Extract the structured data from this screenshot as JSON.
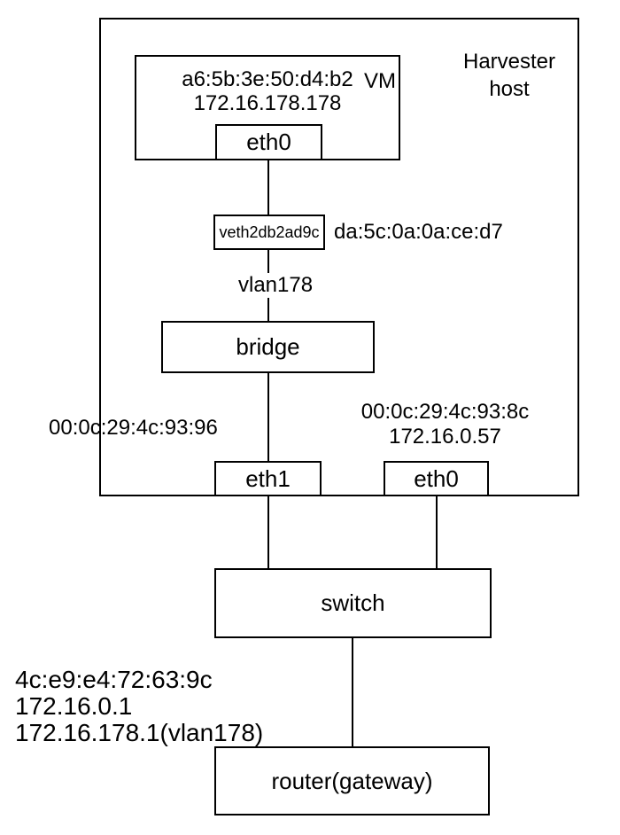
{
  "diagram": {
    "host": {
      "title_line1": "Harvester",
      "title_line2": "host",
      "vm": {
        "mac": "a6:5b:3e:50:d4:b2",
        "tag": "VM",
        "ip": "172.16.178.178",
        "nic": "eth0"
      },
      "veth": {
        "name": "veth2db2ad9c",
        "mac": "da:5c:0a:0a:ce:d7"
      },
      "vlan_label": "vlan178",
      "bridge_label": "bridge",
      "nic_eth1": {
        "name": "eth1",
        "mac": "00:0c:29:4c:93:96"
      },
      "nic_eth0": {
        "name": "eth0",
        "mac": "00:0c:29:4c:93:8c",
        "ip": "172.16.0.57"
      }
    },
    "switch_label": "switch",
    "router": {
      "name": "router(gateway)",
      "mac": "4c:e9:e4:72:63:9c",
      "ip": "172.16.0.1",
      "vlan_ip": "172.16.178.1(vlan178)"
    }
  },
  "colors": {
    "background": "#ffffff",
    "line": "#000000",
    "text": "#000000"
  }
}
